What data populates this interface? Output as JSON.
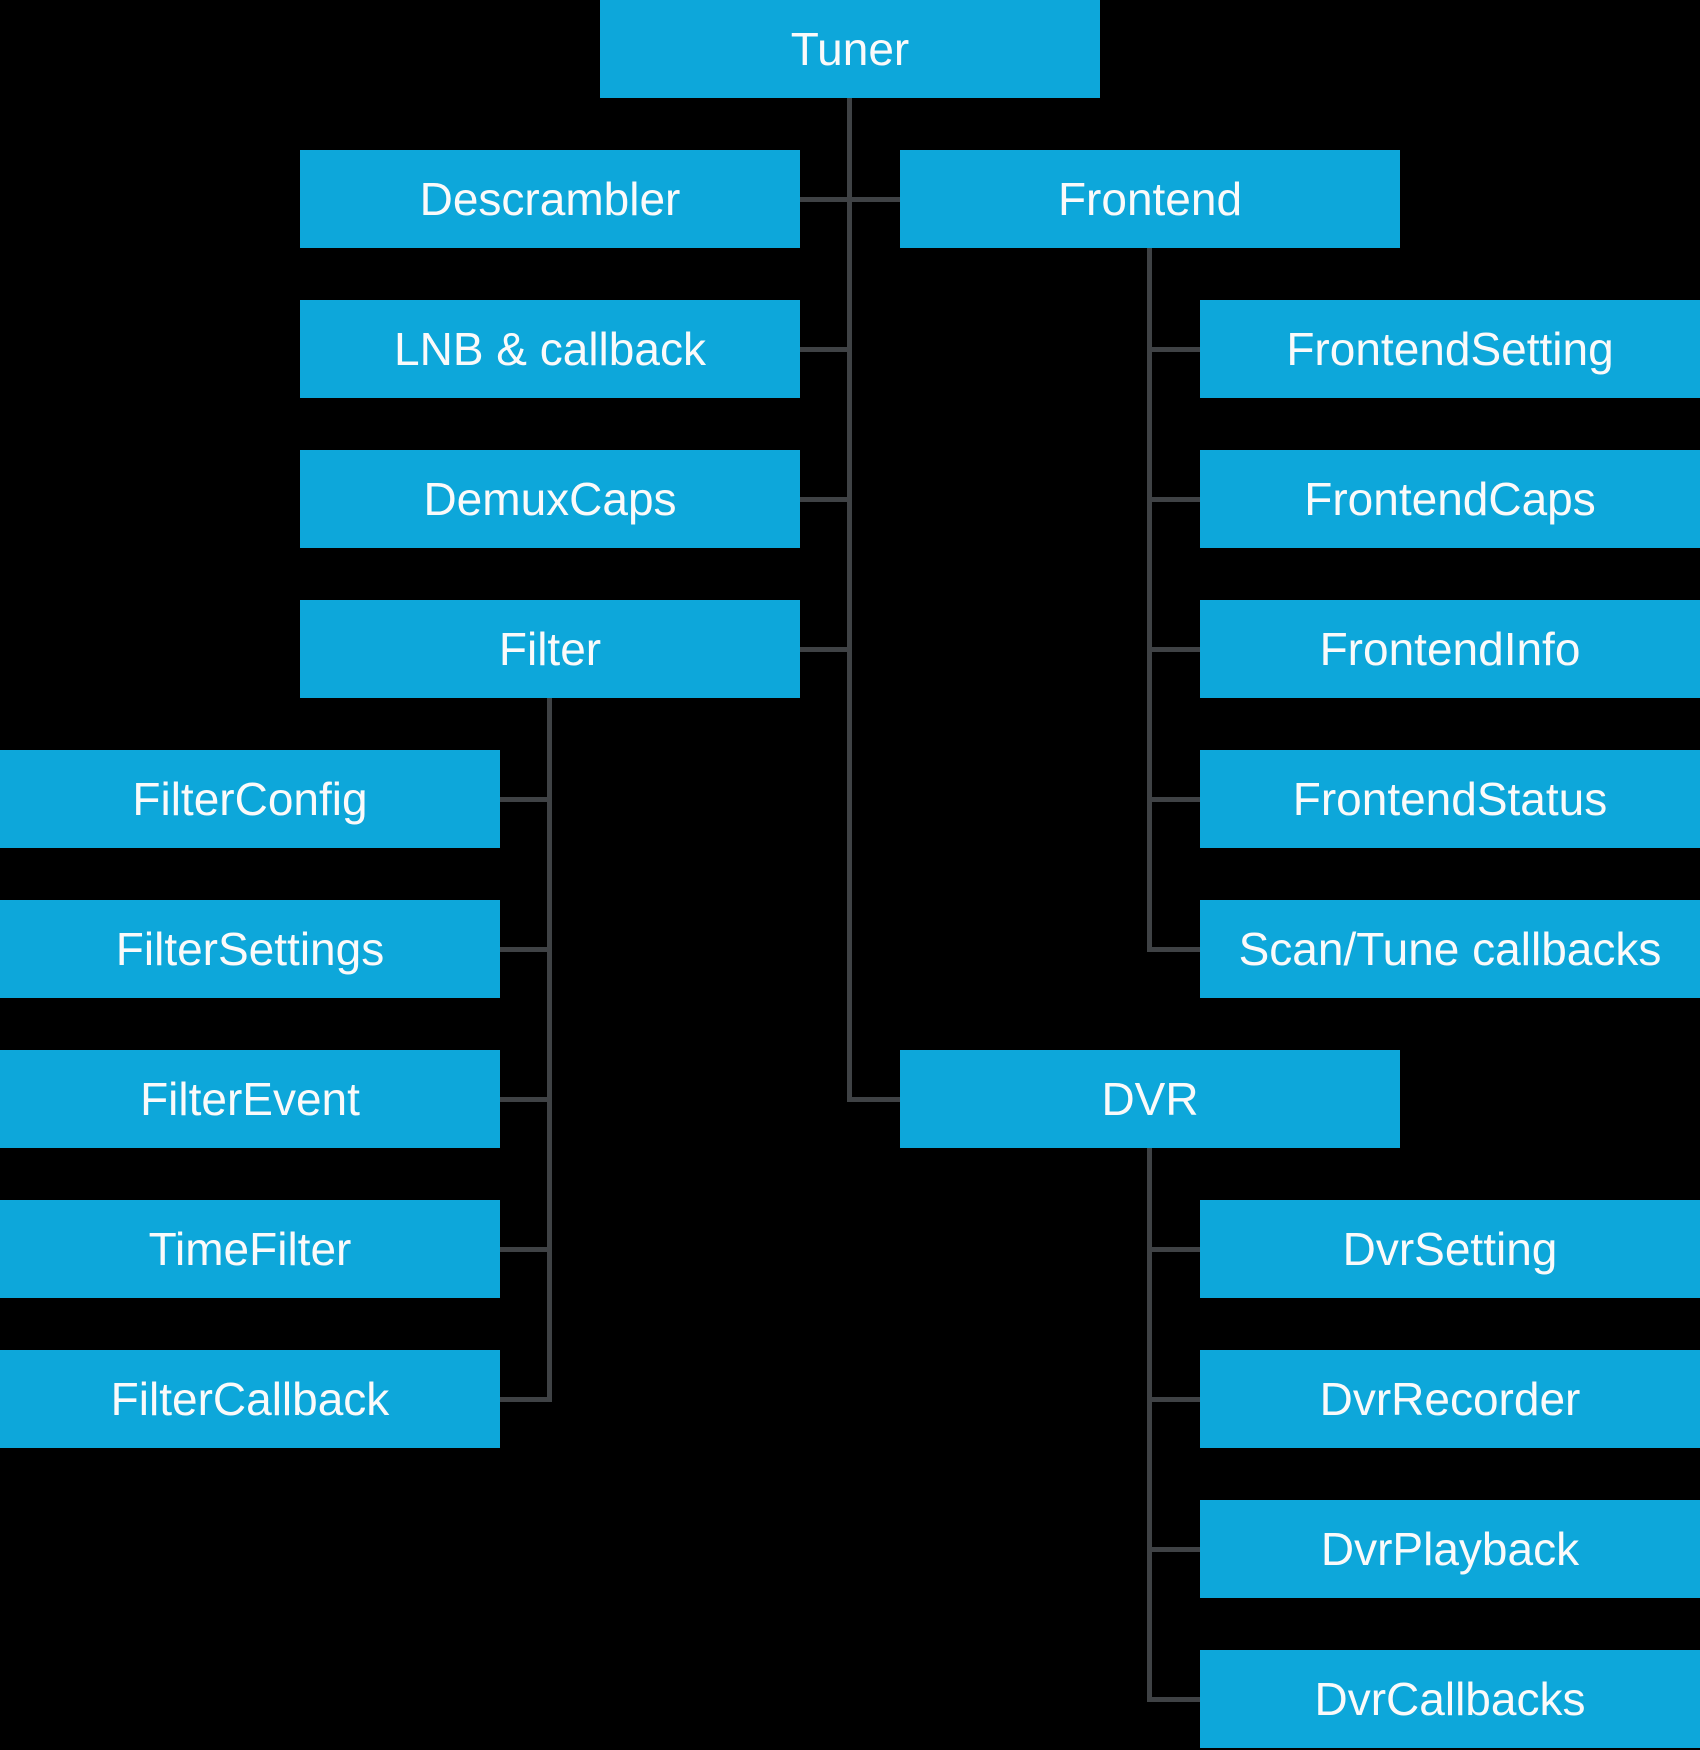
{
  "diagram": {
    "colors": {
      "background": "#000000",
      "node_fill": "#0da7da",
      "node_text": "#fafafa",
      "connector": "#3f4245"
    },
    "nodes": {
      "tuner": {
        "label": "Tuner"
      },
      "descrambler": {
        "label": "Descrambler"
      },
      "lnb_callback": {
        "label": "LNB & callback"
      },
      "demux_caps": {
        "label": "DemuxCaps"
      },
      "filter": {
        "label": "Filter"
      },
      "frontend": {
        "label": "Frontend"
      },
      "dvr": {
        "label": "DVR"
      },
      "filter_config": {
        "label": "FilterConfig"
      },
      "filter_settings": {
        "label": "FilterSettings"
      },
      "filter_event": {
        "label": "FilterEvent"
      },
      "time_filter": {
        "label": "TimeFilter"
      },
      "filter_callback": {
        "label": "FilterCallback"
      },
      "frontend_setting": {
        "label": "FrontendSetting"
      },
      "frontend_caps": {
        "label": "FrontendCaps"
      },
      "frontend_info": {
        "label": "FrontendInfo"
      },
      "frontend_status": {
        "label": "FrontendStatus"
      },
      "scan_tune_callbacks": {
        "label": "Scan/Tune callbacks"
      },
      "dvr_setting": {
        "label": "DvrSetting"
      },
      "dvr_recorder": {
        "label": "DvrRecorder"
      },
      "dvr_playback": {
        "label": "DvrPlayback"
      },
      "dvr_callbacks": {
        "label": "DvrCallbacks"
      }
    },
    "edges": [
      {
        "from": "tuner",
        "to": "descrambler"
      },
      {
        "from": "tuner",
        "to": "frontend"
      },
      {
        "from": "tuner",
        "to": "lnb_callback"
      },
      {
        "from": "tuner",
        "to": "demux_caps"
      },
      {
        "from": "tuner",
        "to": "filter"
      },
      {
        "from": "tuner",
        "to": "dvr"
      },
      {
        "from": "filter",
        "to": "filter_config"
      },
      {
        "from": "filter",
        "to": "filter_settings"
      },
      {
        "from": "filter",
        "to": "filter_event"
      },
      {
        "from": "filter",
        "to": "time_filter"
      },
      {
        "from": "filter",
        "to": "filter_callback"
      },
      {
        "from": "frontend",
        "to": "frontend_setting"
      },
      {
        "from": "frontend",
        "to": "frontend_caps"
      },
      {
        "from": "frontend",
        "to": "frontend_info"
      },
      {
        "from": "frontend",
        "to": "frontend_status"
      },
      {
        "from": "frontend",
        "to": "scan_tune_callbacks"
      },
      {
        "from": "dvr",
        "to": "dvr_setting"
      },
      {
        "from": "dvr",
        "to": "dvr_recorder"
      },
      {
        "from": "dvr",
        "to": "dvr_playback"
      },
      {
        "from": "dvr",
        "to": "dvr_callbacks"
      }
    ]
  }
}
